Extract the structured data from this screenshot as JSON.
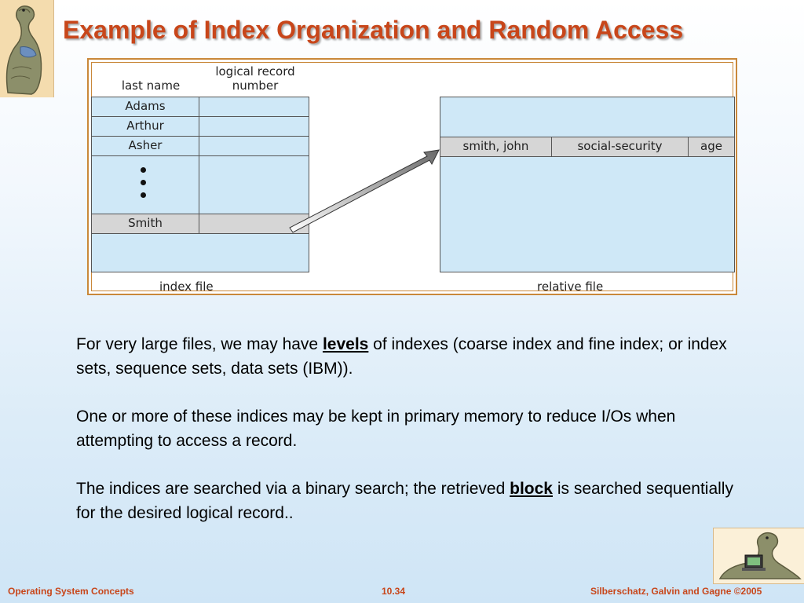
{
  "title": "Example of Index Organization and Random Access",
  "figure": {
    "col_last_name": "last name",
    "col_logical_record_1": "logical record",
    "col_logical_record_2": "number",
    "index_rows": [
      "Adams",
      "Arthur",
      "Asher",
      "Smith"
    ],
    "relative_row": [
      "smith, john",
      "social-security",
      "age"
    ],
    "index_caption": "index file",
    "relative_caption": "relative file"
  },
  "paragraphs": [
    {
      "before": "For very large files, we may have ",
      "bold": "levels",
      "after": " of indexes (coarse index and fine index; or index sets, sequence sets, data sets (IBM))."
    },
    {
      "before": "One or more of these indices may be kept in primary memory to reduce I/Os when attempting to access a record.",
      "bold": "",
      "after": ""
    },
    {
      "before": "The indices are searched via a binary search;  the retrieved ",
      "bold": "block",
      "after": " is searched sequentially for the desired logical record.."
    }
  ],
  "footer": {
    "left": "Operating System Concepts",
    "center": "10.34",
    "right": "Silberschatz, Galvin and Gagne ©2005"
  },
  "icons": {
    "top_left": "dinosaur-logo-icon",
    "bottom_right": "dinosaur-computer-icon"
  },
  "colors": {
    "title": "#c8461a",
    "footer": "#c8461a",
    "cell_fill": "#cfe8f7",
    "highlight_fill": "#d6d6d6",
    "frame_border": "#c9883a"
  }
}
